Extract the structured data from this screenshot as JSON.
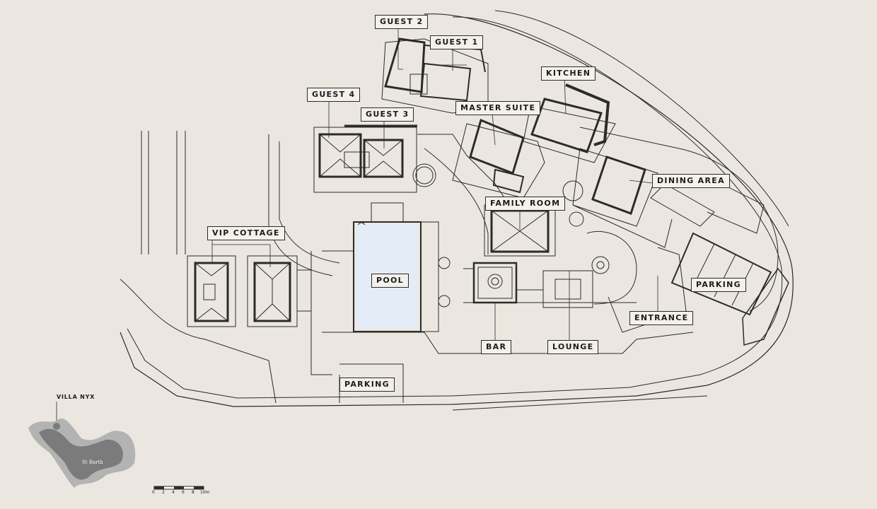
{
  "labels": {
    "guest2": "GUEST 2",
    "guest1": "GUEST 1",
    "guest4": "GUEST 4",
    "guest3": "GUEST 3",
    "master_suite": "MASTER SUITE",
    "kitchen": "KITCHEN",
    "dining_area": "DINING AREA",
    "family_room": "FAMILY ROOM",
    "vip_cottage": "VIP COTTAGE",
    "pool": "POOL",
    "bar": "BAR",
    "lounge": "LOUNGE",
    "entrance": "ENTRANCE",
    "parking_east": "PARKING",
    "parking_south": "PARKING"
  },
  "locator": {
    "villa_name": "VILLA NYX",
    "island_name": "St Barth"
  },
  "scale_bar": {
    "ticks": [
      "0",
      "2",
      "4",
      "6",
      "8",
      "10m"
    ]
  },
  "colors": {
    "background": "#ebe7e0",
    "linework": "#2b2b2b",
    "pool_water": "#e4ecf7",
    "island_dark": "#7b7b7b",
    "island_light": "#b3b3b3"
  }
}
